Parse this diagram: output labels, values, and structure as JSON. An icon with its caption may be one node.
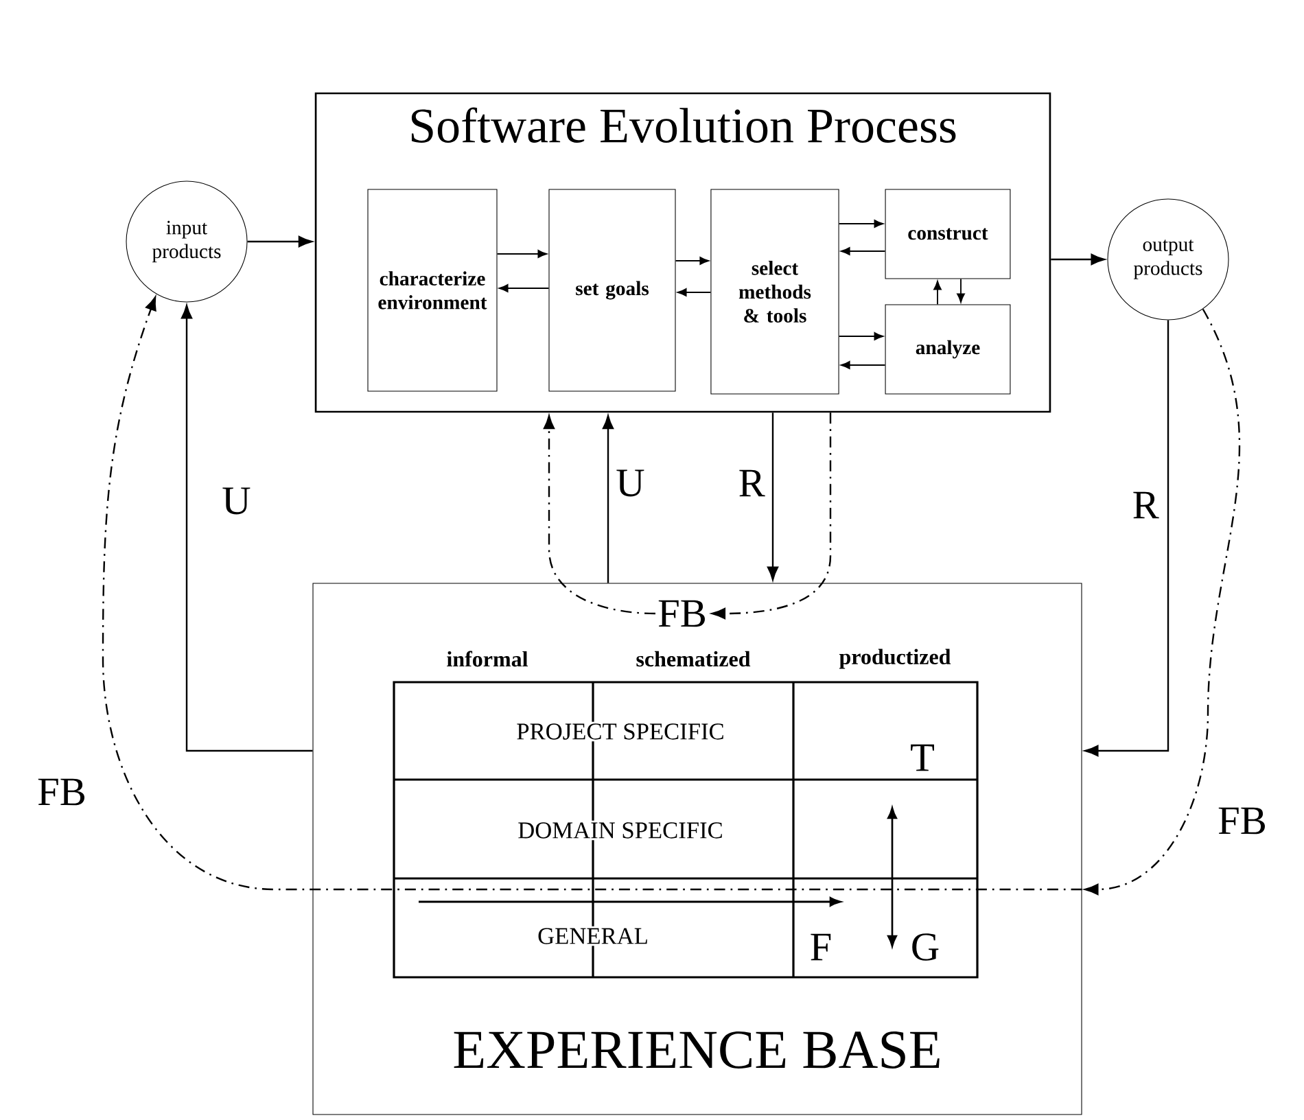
{
  "diagram": {
    "nodes": [
      {
        "text": [
          "Software Evolution Process"
        ]
      },
      {
        "text": [
          "characterize environment"
        ],
        "in": 0
      },
      {
        "text": [
          "set goals"
        ],
        "in": 0
      },
      {
        "text": [
          "select methods & tools"
        ],
        "in": 0
      },
      {
        "text": [
          "construct"
        ],
        "in": 0
      },
      {
        "text": [
          "analyze"
        ],
        "in": 0
      },
      {
        "text": [
          "input products"
        ]
      },
      {
        "text": [
          "output products"
        ]
      },
      {
        "text": [
          "EXPERIENCE BASE"
        ]
      },
      {
        "text": [
          "FB"
        ],
        "in": 8
      }
    ],
    "edges": [
      {
        "from": 6,
        "to": 0,
        "arrow": "to"
      },
      {
        "from": 0,
        "to": 7,
        "arrow": "to"
      },
      {
        "from": 1,
        "to": 2,
        "arrow": "to"
      },
      {
        "from": 2,
        "to": 1,
        "arrow": "to"
      },
      {
        "from": 2,
        "to": 3,
        "arrow": "to"
      },
      {
        "from": 3,
        "to": 2,
        "arrow": "to"
      },
      {
        "from": 3,
        "to": 4,
        "arrow": "to"
      },
      {
        "from": 4,
        "to": 3,
        "arrow": "to"
      },
      {
        "from": 3,
        "to": 5,
        "arrow": "to"
      },
      {
        "from": 5,
        "to": 3,
        "arrow": "to"
      },
      {
        "from": 4,
        "to": 5,
        "arrow": "to"
      },
      {
        "from": 5,
        "to": 4,
        "arrow": "to"
      },
      {
        "from": 8,
        "to": 6,
        "arrow": "to",
        "label": "U"
      },
      {
        "from": 8,
        "to": 0,
        "arrow": "to",
        "label": "U"
      },
      {
        "from": 0,
        "to": 8,
        "arrow": "to",
        "label": "R"
      },
      {
        "from": 7,
        "to": 8,
        "arrow": "to",
        "label": "R"
      },
      {
        "from": 0,
        "to": 9,
        "arrow": "to",
        "style": "dashed"
      },
      {
        "from": 9,
        "to": 0,
        "arrow": "to",
        "style": "dashed"
      },
      {
        "from": 7,
        "to": 8,
        "arrow": "to",
        "style": "dashed",
        "label": "FB"
      },
      {
        "from": 8,
        "to": 6,
        "arrow": "to",
        "style": "dashed",
        "label": "FB"
      }
    ],
    "labels": [
      "informal",
      "schematized",
      "productized",
      "PROJECT SPECIFIC",
      "DOMAIN SPECIFIC",
      "GENERAL",
      "T",
      "F",
      "G"
    ]
  }
}
